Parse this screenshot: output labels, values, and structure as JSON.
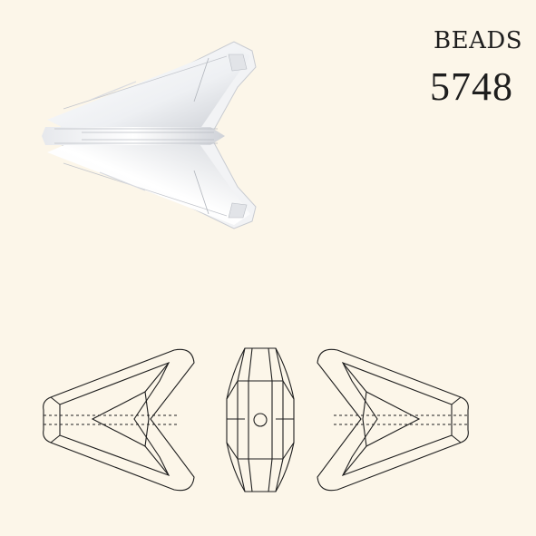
{
  "product": {
    "type_label": "BEADS",
    "article_number": "5748"
  },
  "colors": {
    "background": "#fcf6e9",
    "line": "#1e1e1e",
    "crystal_light": "#ffffff",
    "crystal_shade": "#d7d9de"
  },
  "views": [
    "crystal-photo",
    "side-view-left",
    "front-view",
    "side-view-right"
  ]
}
